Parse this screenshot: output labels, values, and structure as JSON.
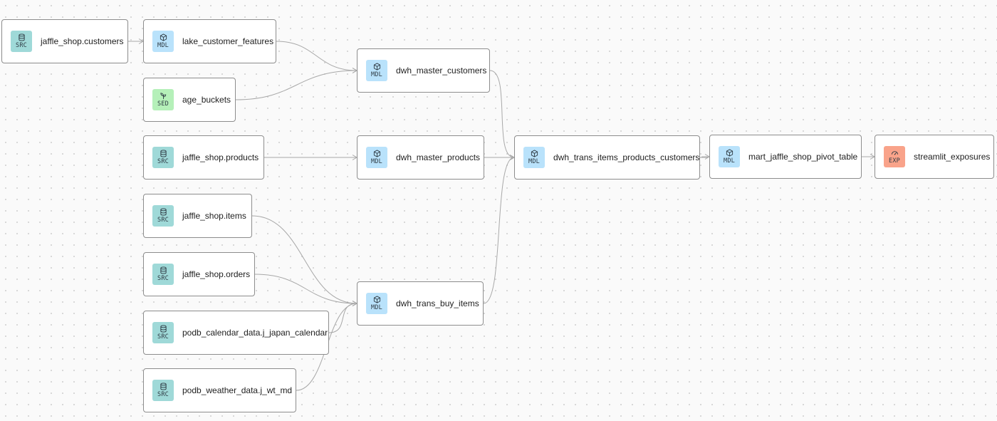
{
  "lineage": {
    "nodes": [
      {
        "id": "jaffle_shop_customers",
        "label": "jaffle_shop.customers",
        "kind": "SRC",
        "icon": "database-icon"
      },
      {
        "id": "lake_customer_features",
        "label": "lake_customer_features",
        "kind": "MDL",
        "icon": "cube-icon"
      },
      {
        "id": "age_buckets",
        "label": "age_buckets",
        "kind": "SED",
        "icon": "sprout-icon"
      },
      {
        "id": "jaffle_shop_products",
        "label": "jaffle_shop.products",
        "kind": "SRC",
        "icon": "database-icon"
      },
      {
        "id": "jaffle_shop_items",
        "label": "jaffle_shop.items",
        "kind": "SRC",
        "icon": "database-icon"
      },
      {
        "id": "jaffle_shop_orders",
        "label": "jaffle_shop.orders",
        "kind": "SRC",
        "icon": "database-icon"
      },
      {
        "id": "podb_calendar",
        "label": "podb_calendar_data.j_japan_calendar",
        "kind": "SRC",
        "icon": "database-icon"
      },
      {
        "id": "podb_weather",
        "label": "podb_weather_data.j_wt_md",
        "kind": "SRC",
        "icon": "database-icon"
      },
      {
        "id": "dwh_master_customers",
        "label": "dwh_master_customers",
        "kind": "MDL",
        "icon": "cube-icon"
      },
      {
        "id": "dwh_master_products",
        "label": "dwh_master_products",
        "kind": "MDL",
        "icon": "cube-icon"
      },
      {
        "id": "dwh_trans_buy_items",
        "label": "dwh_trans_buy_items",
        "kind": "MDL",
        "icon": "cube-icon"
      },
      {
        "id": "dwh_trans_items_products_customers",
        "label": "dwh_trans_items_products_customers",
        "kind": "MDL",
        "icon": "cube-icon"
      },
      {
        "id": "mart_jaffle_shop_pivot_table",
        "label": "mart_jaffle_shop_pivot_table",
        "kind": "MDL",
        "icon": "cube-icon"
      },
      {
        "id": "streamlit_exposures",
        "label": "streamlit_exposures",
        "kind": "EXP",
        "icon": "gauge-icon"
      }
    ],
    "edges": [
      [
        "jaffle_shop_customers",
        "lake_customer_features"
      ],
      [
        "lake_customer_features",
        "dwh_master_customers"
      ],
      [
        "age_buckets",
        "dwh_master_customers"
      ],
      [
        "jaffle_shop_products",
        "dwh_master_products"
      ],
      [
        "jaffle_shop_items",
        "dwh_trans_buy_items"
      ],
      [
        "jaffle_shop_orders",
        "dwh_trans_buy_items"
      ],
      [
        "podb_calendar",
        "dwh_trans_buy_items"
      ],
      [
        "podb_weather",
        "dwh_trans_buy_items"
      ],
      [
        "dwh_master_customers",
        "dwh_trans_items_products_customers"
      ],
      [
        "dwh_master_products",
        "dwh_trans_items_products_customers"
      ],
      [
        "dwh_trans_buy_items",
        "dwh_trans_items_products_customers"
      ],
      [
        "dwh_trans_items_products_customers",
        "mart_jaffle_shop_pivot_table"
      ],
      [
        "mart_jaffle_shop_pivot_table",
        "streamlit_exposures"
      ]
    ]
  },
  "colors": {
    "SRC": "#9fd9d8",
    "MDL": "#b9e2fb",
    "SED": "#b5f0b9",
    "EXP": "#f9a38a",
    "edge": "#a8a8a8",
    "node_border": "#8d8d8d"
  }
}
